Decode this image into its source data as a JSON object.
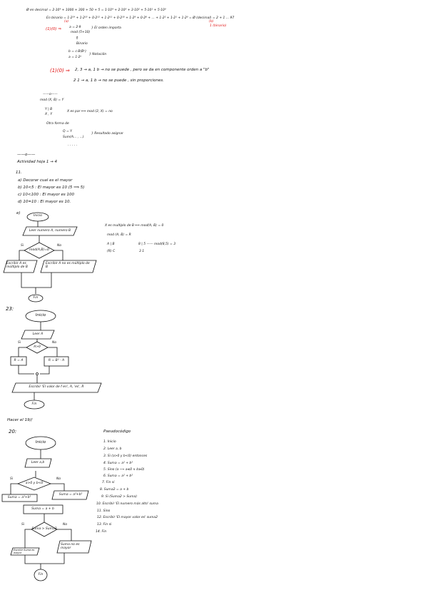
{
  "colors": {
    "ink": "#111111",
    "annotation": "#e01010",
    "paper": "#ffffff"
  },
  "notes": {
    "decimal_line": "Ø en decimal = 2·10⁴ + 1000 + 300 + 50 + 5 = 1·10⁴ + 2·10³ + 3·10² + 5·10¹ + 5·10⁰",
    "binary_line": "En binario = 1·2¹⁴ + 1·2¹³ + 0·2¹² + 1·2¹¹ + 0·2¹⁰ + 1·2⁹ + 0·2⁸ + ... + 1·2² + 1·2¹ + 1·2⁰ = Ø (decimal) = 2 + 1 ... 97",
    "mark_a": "(a)",
    "mark_b": "(b)",
    "mark_b_note": "1 (binario)",
    "q1_mark": "(1)(0) ⇒",
    "q1_a": "a = 2·9",
    "q1_mod": "mod (5+10)",
    "q1_brace": "} El orden importa",
    "arrow_up": "⇑",
    "binario": "Binario",
    "b_line": "b = c·B(Bⁿ)",
    "a_line": "a = 1·2ⁿ",
    "notacion": "} Notación",
    "q2_mark": "(1)(0) ⇒",
    "q2_line1": "2, 3 → a, 1 b → no se puede , pero se da en componente orden a \"b\"",
    "q2_line2": "2 1 → a, 1 b → no se puede , sin proporciones.",
    "divider1": "——o——",
    "mod_def": "mod (X, B) = Y",
    "div_sym": "Y | B",
    "div_sym2": "X , Y",
    "par_def": "X es par ⟺ mod (2, X) = no",
    "otra_forma": "Otra forma de",
    "q_eq": "Q = Y",
    "sum_eq": "Sum(A... , ...)",
    "resultado": "} Resultado asignar",
    "dots": "· · · · ·"
  },
  "activity": {
    "divider": "——o——",
    "title": "Actividad hoja 1 → 4",
    "number": "11.",
    "items": [
      "a) Decorar cual es el mayor",
      "b) 10<5 : El mayor es 10 (5 ⟹ 5)",
      "c) 10<100 : El mayor es 100",
      "d) 10=10 : El mayor es 10."
    ],
    "item_e": "e)",
    "flow1": {
      "start": "Inicio",
      "input": "Leer numero A, numero B",
      "decision": "mod(A,B)=0",
      "yes": "Si",
      "no": "No",
      "out_yes": "Escribir A es múltiplo de B",
      "out_no": "Escribir A no es múltiplo de B",
      "merge": "",
      "end": "Fin"
    },
    "side": {
      "multiple_def": "X es multiplo de B ⟺ mod(A, B) = 0",
      "mod_r": "mod (A, B) = R",
      "div1": "A | B",
      "div1b": "(R) C",
      "div2": "8 | 5 —— mod(8,5) = 3",
      "div2b": "3  1"
    }
  },
  "ex23": {
    "label": "23:",
    "start": "Inicio",
    "input": "Leer A",
    "decision": "A>0",
    "yes": "Si",
    "no": "No",
    "proc_yes": "R = A",
    "proc_no": "R = B² - A",
    "output": "Escribir 'El valor de f en', A, 'es', R",
    "end": "Fin"
  },
  "hacer": "Hacer el 19//",
  "ex20": {
    "label": "20:",
    "start": "Inicio",
    "input": "Leer a,b",
    "decision": "a>0 y b<0",
    "yes": "Si",
    "no": "No",
    "proc_yes": "Suma = a²+b²",
    "proc_no": "Suma = a²+b²",
    "proc_sum": "Suma = a + b",
    "decision2": "Suma > Suma2",
    "yes2": "Si",
    "no2": "No",
    "out_yes": "Escribir Suma es mayor",
    "out_no": "Suma no es mayor",
    "end": "Fin"
  },
  "pseudocode": {
    "title": "Pseudocódigo",
    "lines": [
      "1. Inicio",
      "2. Leer a, b",
      "3. Si (a>0 y b<0) entonces",
      "4. Suma = a² + b²",
      "5. Sino (a ⟶ a≤0 ∨ b≥0)",
      "6. Suma = a² + b²",
      "7. Fin si",
      "8. Suma2 = a + b",
      "9. Si (Suma2 > Suma) ",
      "10. Escribir 'El numero más alto' suma",
      "11. Sino",
      "12. Escribir 'El mayor valor es' suma2",
      "13. Fin si",
      "14. Fin"
    ]
  }
}
